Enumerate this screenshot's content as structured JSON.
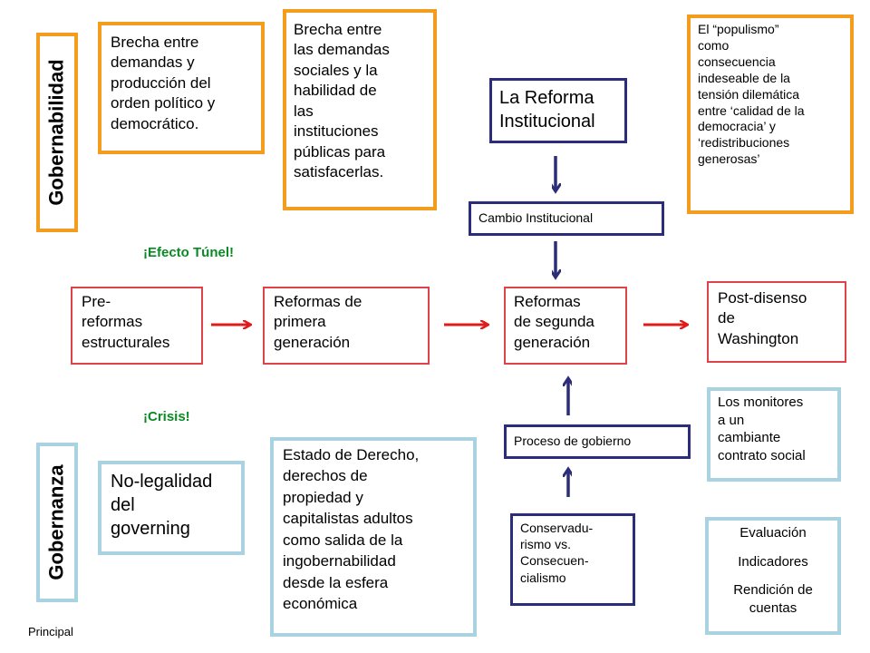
{
  "labels": {
    "gobernabilidad": "Gobernabilidad",
    "gobernanza": "Gobernanza",
    "efecto_tunel": "¡Efecto Túnel!",
    "crisis": "¡Crisis!",
    "principal": "Principal"
  },
  "boxes": {
    "brecha_demandas_produccion": "Brecha entre\ndemandas y\nproducción del\norden político y\ndemocrático.",
    "brecha_demandas_instituciones": "Brecha entre\nlas demandas\nsociales y la\nhabilidad de\nlas\ninstituciones\npúblicas para\nsatisfacerlas.",
    "reforma_institucional": "La Reforma\nInstitucional",
    "populismo": "El “populismo”\ncomo\nconsecuencia\nindeseable de la\ntensión dilemática\nentre ‘calidad de la\ndemocracia’ y\n‘redistribuciones\ngenerosas’",
    "cambio_institucional": "Cambio Institucional",
    "pre_reformas": "Pre-\nreformas\nestructurales",
    "reformas_primera": "Reformas de\nprimera\ngeneración",
    "reformas_segunda": "Reformas\nde segunda\ngeneración",
    "post_disenso": "Post-disenso\nde\nWashington",
    "monitores": "Los monitores\na un\ncambiante\ncontrato social",
    "proceso_gobierno": "Proceso de gobierno",
    "no_legalidad": "No-legalidad\ndel\ngoverning",
    "estado_derecho": "Estado de Derecho,\nderechos de\npropiedad y\ncapitalistas adultos\ncomo salida de la\ningobernabilidad\ndesde la esfera\neconómica",
    "conservadurismo": "Conservadu-\nrismo vs.\nConsecuen-\ncialismo",
    "evaluacion": "Evaluación",
    "indicadores": "Indicadores",
    "rendicion": "Rendición de\ncuentas"
  },
  "colors": {
    "orange_border": "#f39c1d",
    "red_border": "#e0424a",
    "navy_border": "#2b2d7a",
    "lightblue_border": "#a9d3e0",
    "red_arrow": "#e01b1b",
    "navy_arrow": "#2b2d7a",
    "green_text": "#0a8a24"
  }
}
